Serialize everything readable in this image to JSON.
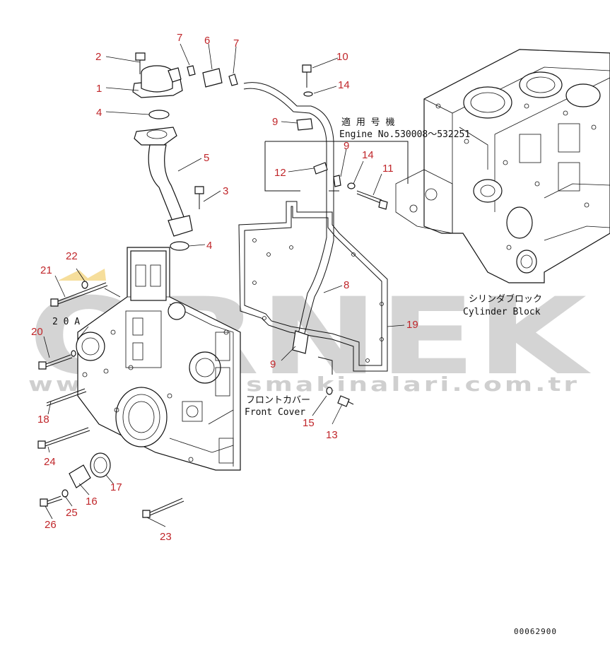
{
  "callouts": [
    {
      "id": "c1",
      "label": "1"
    },
    {
      "id": "c2",
      "label": "2"
    },
    {
      "id": "c3",
      "label": "3"
    },
    {
      "id": "c4a",
      "label": "4"
    },
    {
      "id": "c4b",
      "label": "4"
    },
    {
      "id": "c5",
      "label": "5"
    },
    {
      "id": "c6",
      "label": "6"
    },
    {
      "id": "c7a",
      "label": "7"
    },
    {
      "id": "c7b",
      "label": "7"
    },
    {
      "id": "c8",
      "label": "8"
    },
    {
      "id": "c9a",
      "label": "9"
    },
    {
      "id": "c9b",
      "label": "9"
    },
    {
      "id": "c9c",
      "label": "9"
    },
    {
      "id": "c10",
      "label": "10"
    },
    {
      "id": "c11",
      "label": "11"
    },
    {
      "id": "c12",
      "label": "12"
    },
    {
      "id": "c13",
      "label": "13"
    },
    {
      "id": "c14a",
      "label": "14"
    },
    {
      "id": "c14b",
      "label": "14"
    },
    {
      "id": "c15",
      "label": "15"
    },
    {
      "id": "c16",
      "label": "16"
    },
    {
      "id": "c17",
      "label": "17"
    },
    {
      "id": "c18",
      "label": "18"
    },
    {
      "id": "c19",
      "label": "19"
    },
    {
      "id": "c20",
      "label": "20"
    },
    {
      "id": "c21",
      "label": "21"
    },
    {
      "id": "c22",
      "label": "22"
    },
    {
      "id": "c23",
      "label": "23"
    },
    {
      "id": "c24",
      "label": "24"
    },
    {
      "id": "c25",
      "label": "25"
    },
    {
      "id": "c26",
      "label": "26"
    }
  ],
  "annotations": {
    "applicable_jp": "適 用 号 機",
    "engine_no": "Engine No.530008～532251",
    "ref_20a": "2 0 A",
    "cylinder_block_jp": "シリンダブロック",
    "cylinder_block_en": "Cylinder Block",
    "front_cover_jp": "フロントカバー",
    "front_cover_en": "Front Cover",
    "drawing_number": "00062900"
  },
  "watermark": {
    "brand": "ORNEK",
    "url": "www.orneki smakinalari.com.tr"
  }
}
